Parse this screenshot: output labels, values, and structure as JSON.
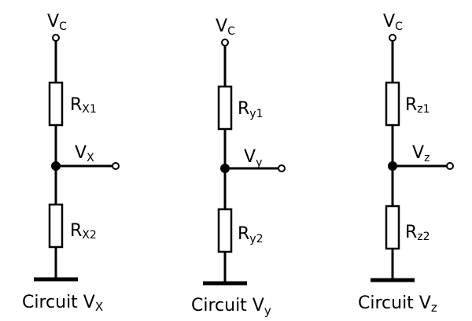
{
  "circuits": [
    {
      "supply": {
        "main": "V",
        "sub": "C"
      },
      "r_top": {
        "main": "R",
        "sub": "X1"
      },
      "out": {
        "main": "V",
        "sub": "X"
      },
      "r_bottom": {
        "main": "R",
        "sub": "X2"
      },
      "caption": {
        "main": "Circuit V",
        "sub": "X"
      }
    },
    {
      "supply": {
        "main": "V",
        "sub": "C"
      },
      "r_top": {
        "main": "R",
        "sub": "y1"
      },
      "out": {
        "main": "V",
        "sub": "y"
      },
      "r_bottom": {
        "main": "R",
        "sub": "y2"
      },
      "caption": {
        "main": "Circuit V",
        "sub": "y"
      }
    },
    {
      "supply": {
        "main": "V",
        "sub": "C"
      },
      "r_top": {
        "main": "R",
        "sub": "z1"
      },
      "out": {
        "main": "V",
        "sub": "z"
      },
      "r_bottom": {
        "main": "R",
        "sub": "z2"
      },
      "caption": {
        "main": "Circuit V",
        "sub": "z"
      }
    }
  ]
}
